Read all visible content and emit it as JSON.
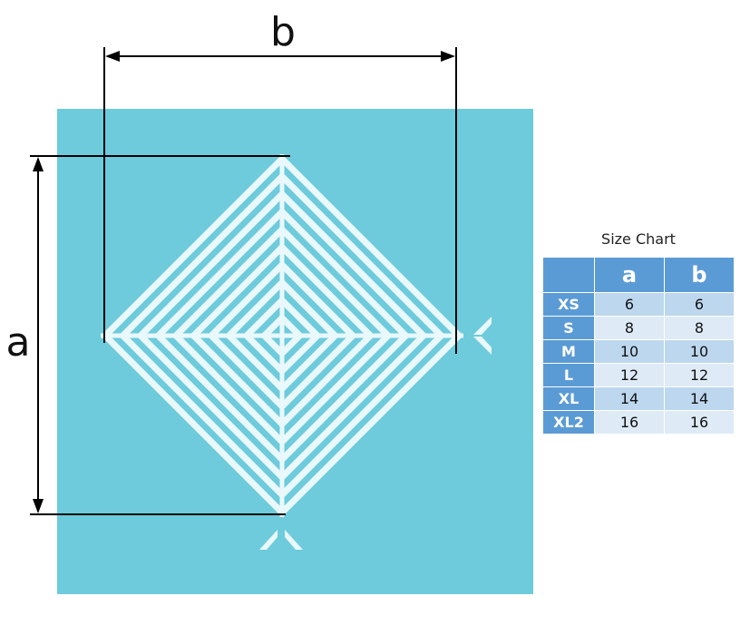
{
  "diagram": {
    "dimension_a": "a",
    "dimension_b": "b",
    "fabric_color": "#6dcbdc",
    "pattern_color": "#e9f8fb"
  },
  "size_chart": {
    "title": "Size Chart",
    "columns": [
      "",
      "a",
      "b"
    ],
    "rows": [
      {
        "size": "XS",
        "a": "6",
        "b": "6"
      },
      {
        "size": "S",
        "a": "8",
        "b": "8"
      },
      {
        "size": "M",
        "a": "10",
        "b": "10"
      },
      {
        "size": "L",
        "a": "12",
        "b": "12"
      },
      {
        "size": "XL",
        "a": "14",
        "b": "14"
      },
      {
        "size": "XL2",
        "a": "16",
        "b": "16"
      }
    ]
  }
}
